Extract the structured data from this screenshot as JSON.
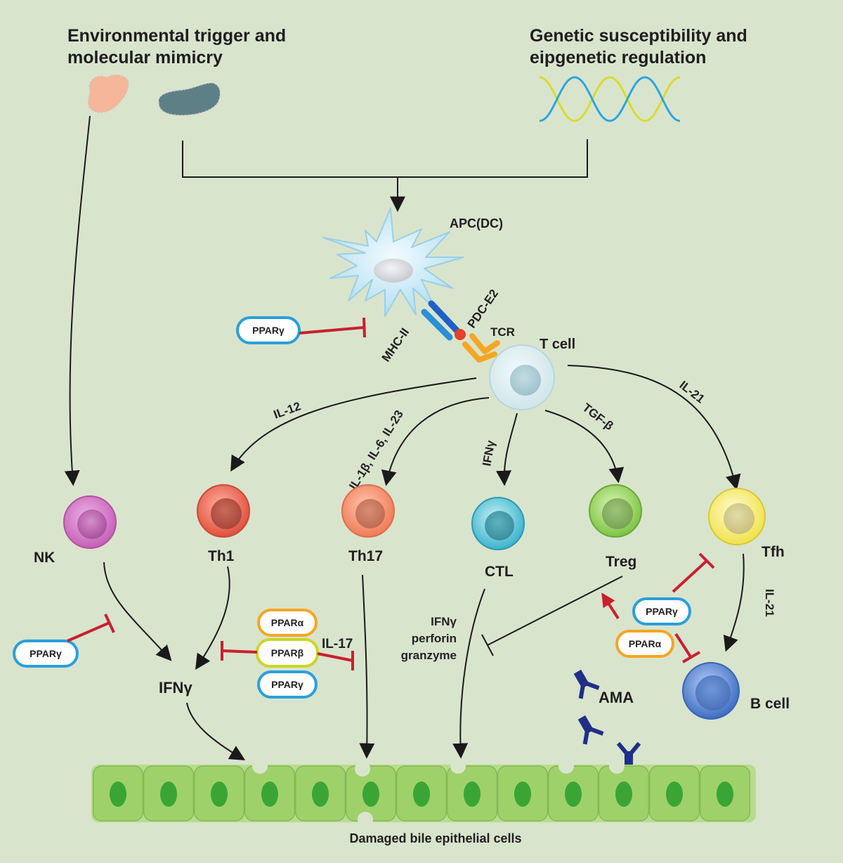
{
  "titles": {
    "environmental": [
      "Environmental trigger and",
      "molecular mimicry"
    ],
    "genetic": [
      "Genetic susceptibility and",
      "eipgenetic regulation"
    ]
  },
  "apc": {
    "label": "APC(DC)",
    "mhc": "MHC-II",
    "pdc": "PDC-E2",
    "tcr": "TCR"
  },
  "tcell": {
    "label": "T cell"
  },
  "cytokines": {
    "il12": "IL-12",
    "il1b": "IL-1β, IL-6, IL-23",
    "ifng_mid": "IFNγ",
    "tgfb": "TGF-β",
    "il21_top": "IL-21",
    "il21_side": "IL-21",
    "il17": "IL-17",
    "ifng_main": "IFNγ",
    "effector": [
      "IFNγ",
      "perforin",
      "granzyme"
    ]
  },
  "cells": {
    "nk": "NK",
    "th1": "Th1",
    "th17": "Th17",
    "ctl": "CTL",
    "treg": "Treg",
    "tfh": "Tfh",
    "bcell": "B cell"
  },
  "ppar": {
    "apc_gamma": "PPARγ",
    "nk_gamma": "PPARγ",
    "alpha_mid": "PPARα",
    "beta_mid": "PPARβ",
    "gamma_mid": "PPARγ",
    "gamma_right": "PPARγ",
    "alpha_right": "PPARα"
  },
  "ama": "AMA",
  "epithelium": {
    "label": "Damaged bile epithelial cells"
  },
  "colors": {
    "background": "#d9e4cd",
    "inhibit_red": "#c8202f",
    "ppar_blue": "#2a9fdc",
    "ppar_orange": "#f5a623",
    "ppar_yellow": "#c9d62a",
    "antibody": "#1f2f86",
    "epithelial": "#9fd16b",
    "nucleus": "#3aa535"
  },
  "icons": [
    "bacterium-icon",
    "dna-helix-icon",
    "dendritic-cell-icon",
    "antibody-icon"
  ]
}
